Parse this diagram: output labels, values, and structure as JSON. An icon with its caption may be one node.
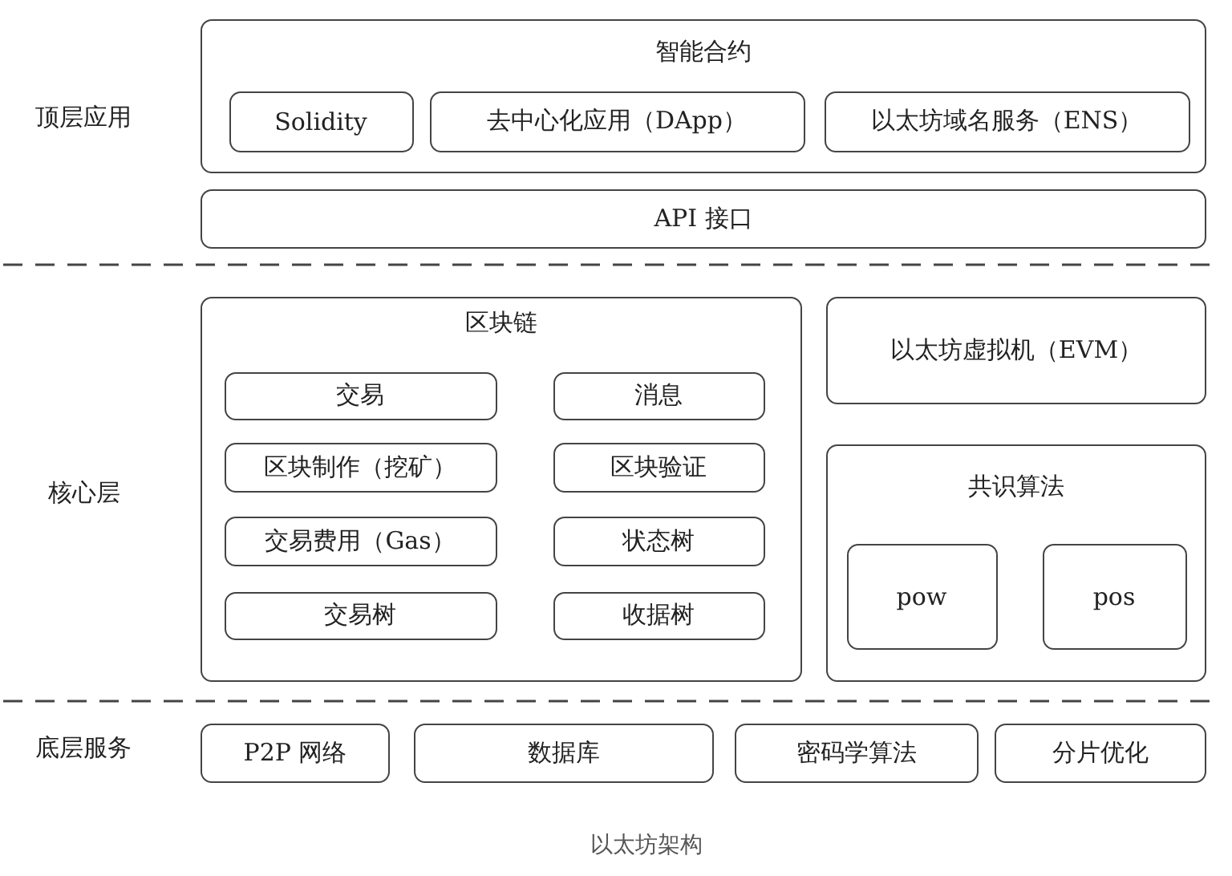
{
  "diagram": {
    "caption": "以太坊架构",
    "nodes": [
      {
        "text": [
          "智能合约"
        ]
      },
      {
        "text": [
          "Solidity"
        ],
        "in": 0
      },
      {
        "text": [
          "去中心化应用（DApp）"
        ],
        "in": 0
      },
      {
        "text": [
          "以太坊域名服务（ENS）"
        ],
        "in": 0
      },
      {
        "text": [
          "API 接口"
        ]
      },
      {
        "text": [
          "区块链"
        ]
      },
      {
        "text": [
          "交易"
        ],
        "in": 5
      },
      {
        "text": [
          "消息"
        ],
        "in": 5
      },
      {
        "text": [
          "区块制作（挖矿）"
        ],
        "in": 5
      },
      {
        "text": [
          "区块验证"
        ],
        "in": 5
      },
      {
        "text": [
          "交易费用（Gas）"
        ],
        "in": 5
      },
      {
        "text": [
          "状态树"
        ],
        "in": 5
      },
      {
        "text": [
          "交易树"
        ],
        "in": 5
      },
      {
        "text": [
          "收据树"
        ],
        "in": 5
      },
      {
        "text": [
          "以太坊虚拟机（EVM）"
        ]
      },
      {
        "text": [
          "共识算法"
        ]
      },
      {
        "text": [
          "pow"
        ],
        "in": 15
      },
      {
        "text": [
          "pos"
        ],
        "in": 15
      },
      {
        "text": [
          "P2P 网络"
        ]
      },
      {
        "text": [
          "数据库"
        ]
      },
      {
        "text": [
          "密码学算法"
        ]
      },
      {
        "text": [
          "分片优化"
        ]
      }
    ],
    "labels": [
      "顶层应用",
      "核心层",
      "底层服务"
    ]
  }
}
